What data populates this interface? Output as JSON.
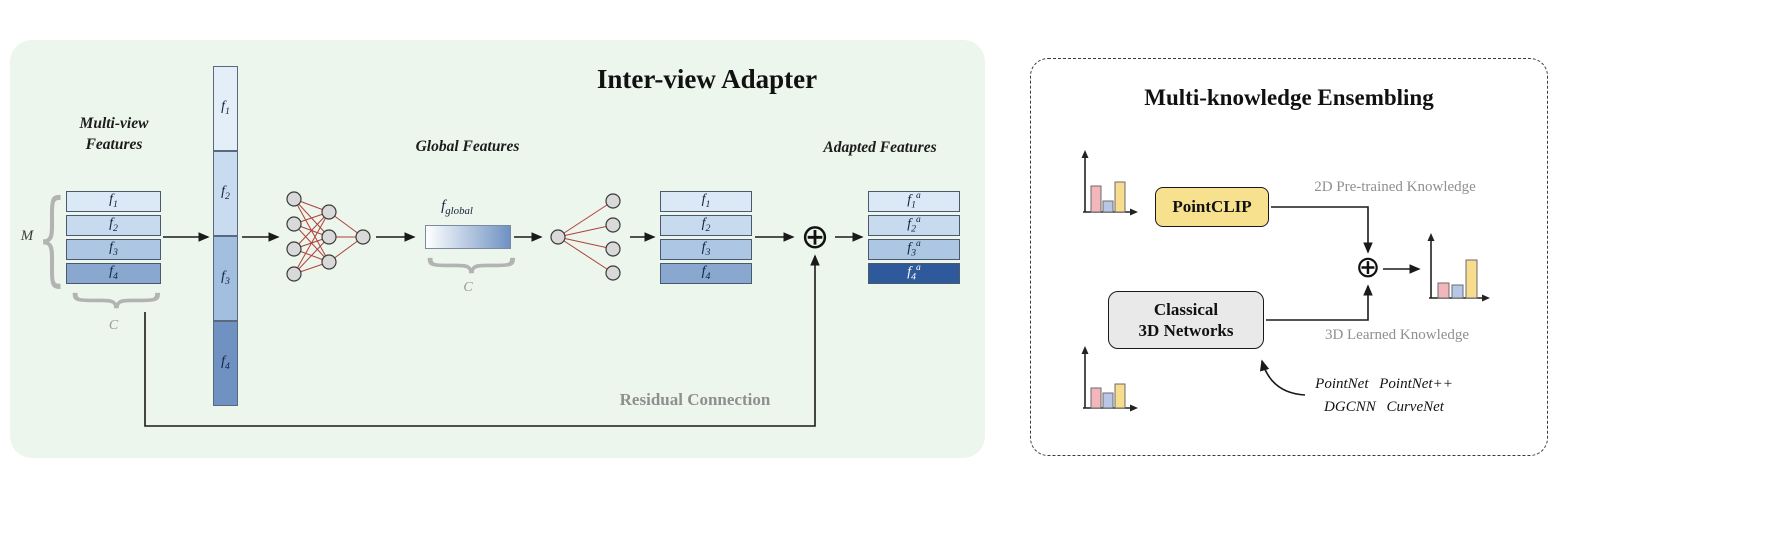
{
  "inter_view": {
    "title": "Inter-view Adapter",
    "multiview_line1": "Multi-view",
    "multiview_line2": "Features",
    "m_label": "M",
    "c_label": "C",
    "stack1": [
      {
        "base": "f",
        "sub": "1"
      },
      {
        "base": "f",
        "sub": "2"
      },
      {
        "base": "f",
        "sub": "3"
      },
      {
        "base": "f",
        "sub": "4"
      }
    ],
    "concat": [
      {
        "base": "f",
        "sub": "1"
      },
      {
        "base": "f",
        "sub": "2"
      },
      {
        "base": "f",
        "sub": "3"
      },
      {
        "base": "f",
        "sub": "4"
      }
    ],
    "global_label": "Global Features",
    "fglobal": {
      "base": "f",
      "sub": "global"
    },
    "stack2": [
      {
        "base": "f",
        "sub": "1"
      },
      {
        "base": "f",
        "sub": "2"
      },
      {
        "base": "f",
        "sub": "3"
      },
      {
        "base": "f",
        "sub": "4"
      }
    ],
    "adapted_label": "Adapted Features",
    "stack3": [
      {
        "base": "f",
        "sub": "1",
        "sup": "a"
      },
      {
        "base": "f",
        "sub": "2",
        "sup": "a"
      },
      {
        "base": "f",
        "sub": "3",
        "sup": "a"
      },
      {
        "base": "f",
        "sub": "4",
        "sup": "a"
      }
    ],
    "sum_symbol": "⊕",
    "residual_label": "Residual Connection"
  },
  "ensembling": {
    "title": "Multi-knowledge Ensembling",
    "pointclip_label": "PointCLIP",
    "knowledge_2d": "2D Pre-trained Knowledge",
    "classical_line1": "Classical",
    "classical_line2": "3D Networks",
    "knowledge_3d": "3D Learned Knowledge",
    "sum_symbol": "⊕",
    "networks_line1": "PointNet PointNet++",
    "networks_line2": "DGCNN CurveNet"
  },
  "colors": {
    "panel-green": "#ecf6ec",
    "row1": "#dbe8f5",
    "row2": "#c8daee",
    "row3": "#adc6e3",
    "row4": "#8aa7cf",
    "row4dark": "#2e5a9b",
    "cat1": "#e4eef9",
    "cat2": "#c9dbef",
    "cat3": "#a2bfdf",
    "cat4": "#6f92c3",
    "node-fill": "#d9d9d9",
    "edge-red": "#b0403a",
    "pointclip-yellow": "#f8e18e",
    "box-gray": "#e9e9e9",
    "bar-pink": "#f3b6bb",
    "bar-blue": "#b9c7e6",
    "bar-yellow": "#f7dd8d",
    "muted": "#8f8f8f"
  }
}
